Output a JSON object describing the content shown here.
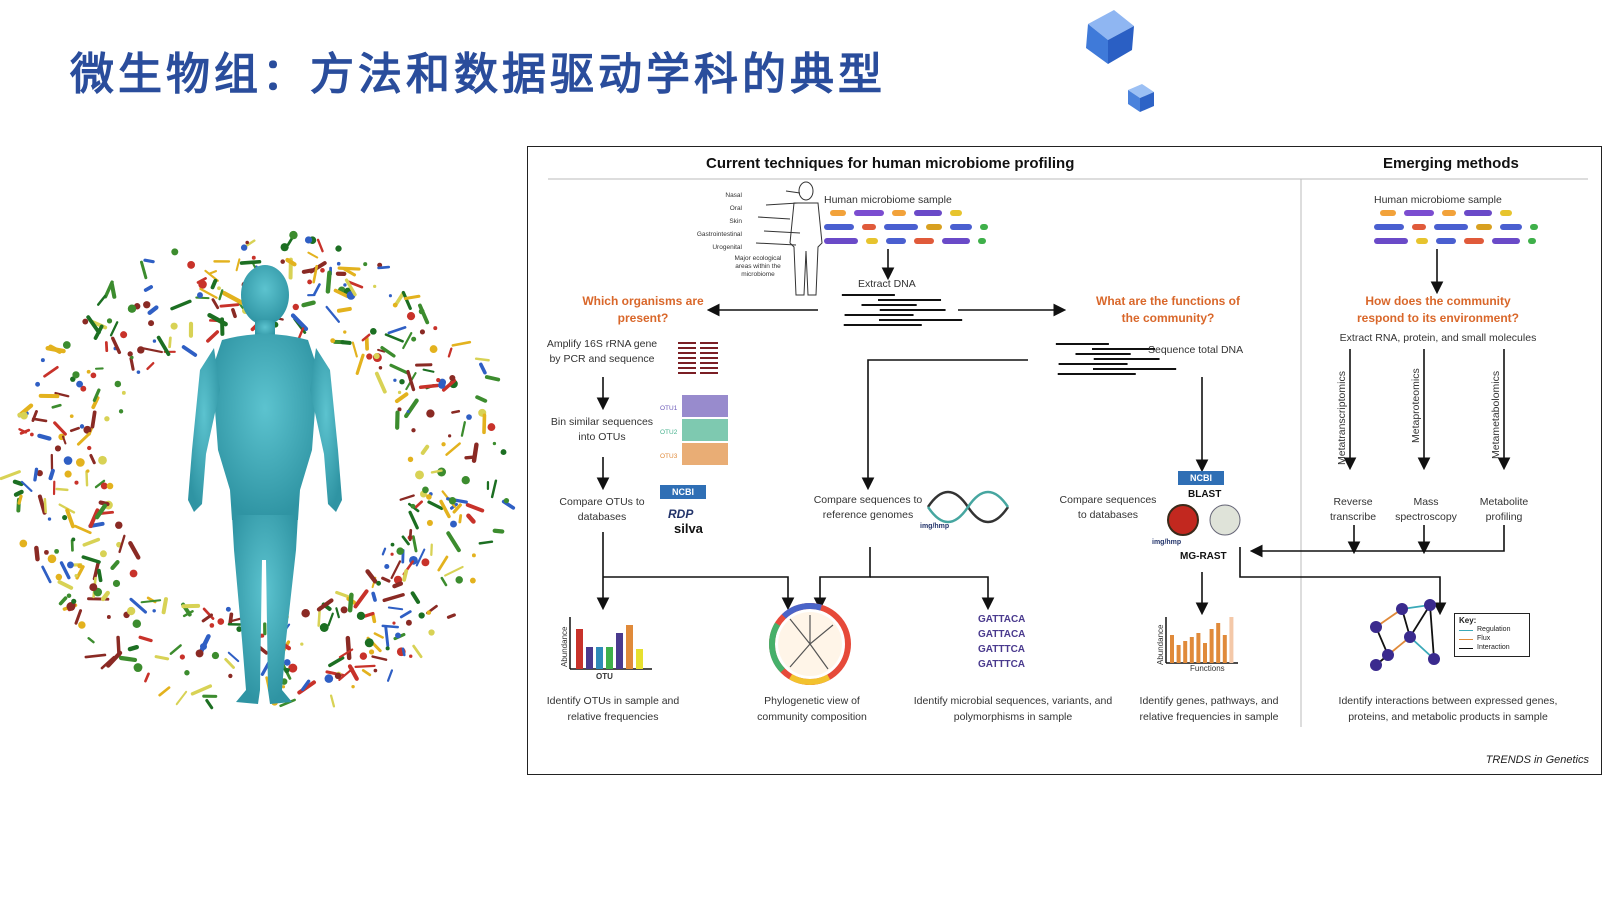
{
  "slide": {
    "title": "微生物组：方法和数据驱动学科的典型"
  },
  "panel": {
    "header_left": "Current techniques for human microbiome profiling",
    "header_right": "Emerging methods",
    "sample_label": "Human microbiome sample",
    "sample_label_right": "Human microbiome sample",
    "body_areas": "Nasal\nOral\nSkin\nGastrointestinal\nUrogenital",
    "body_note": "Major ecological\nareas within the\nmicrobiome",
    "extract_dna": "Extract DNA",
    "q_organisms": "Which organisms are\npresent?",
    "q_functions": "What are the functions of\nthe community?",
    "q_environment": "How does the community\nrespond to its environment?",
    "amplify": "Amplify 16S rRNA gene\nby PCR and sequence",
    "bin": "Bin similar sequences\ninto OTUs",
    "compare_otus": "Compare OTUs to\ndatabases",
    "seq_total": "Sequence total DNA",
    "compare_ref": "Compare sequences to\nreference genomes",
    "compare_db": "Compare sequences\nto databases",
    "extract_rna": "Extract RNA, protein, and small molecules",
    "omics": [
      "Metatranscriptomics",
      "Metaproteomics",
      "Metametabolomics"
    ],
    "reverse": "Reverse\ntranscribe",
    "mass": "Mass\nspectroscopy",
    "metabolite": "Metabolite\nprofiling",
    "otu_labels": [
      "OTU1",
      "OTU2",
      "OTU3"
    ],
    "logos": {
      "ncbi": "NCBI",
      "rdp": "RDP",
      "silva": "silva",
      "blast": "BLAST",
      "img": "img/hmp",
      "mgrast": "MG-RAST"
    },
    "gattaca": [
      "GATTACA",
      "GATTACA",
      "GATTTCA",
      "GATTTCA"
    ],
    "axis_abundance": "Abundance",
    "axis_otu": "OTU",
    "axis_functions": "Functions",
    "key": {
      "title": "Key:",
      "regulation": "Regulation",
      "flux": "Flux",
      "interaction": "Interaction"
    },
    "captions": {
      "otu": "Identify OTUs in sample and\nrelative frequencies",
      "phylo": "Phylogenetic view of\ncommunity composition",
      "variants": "Identify microbial sequences, variants, and\npolymorphisms in sample",
      "genes": "Identify genes, pathways, and\nrelative frequencies in sample",
      "interactions": "Identify interactions between expressed genes,\nproteins, and metabolic products in sample"
    },
    "footer": "TRENDS in Genetics"
  },
  "colors": {
    "title": "#2a4d9c",
    "question": "#d9672a",
    "body": "#3aa9b8"
  }
}
